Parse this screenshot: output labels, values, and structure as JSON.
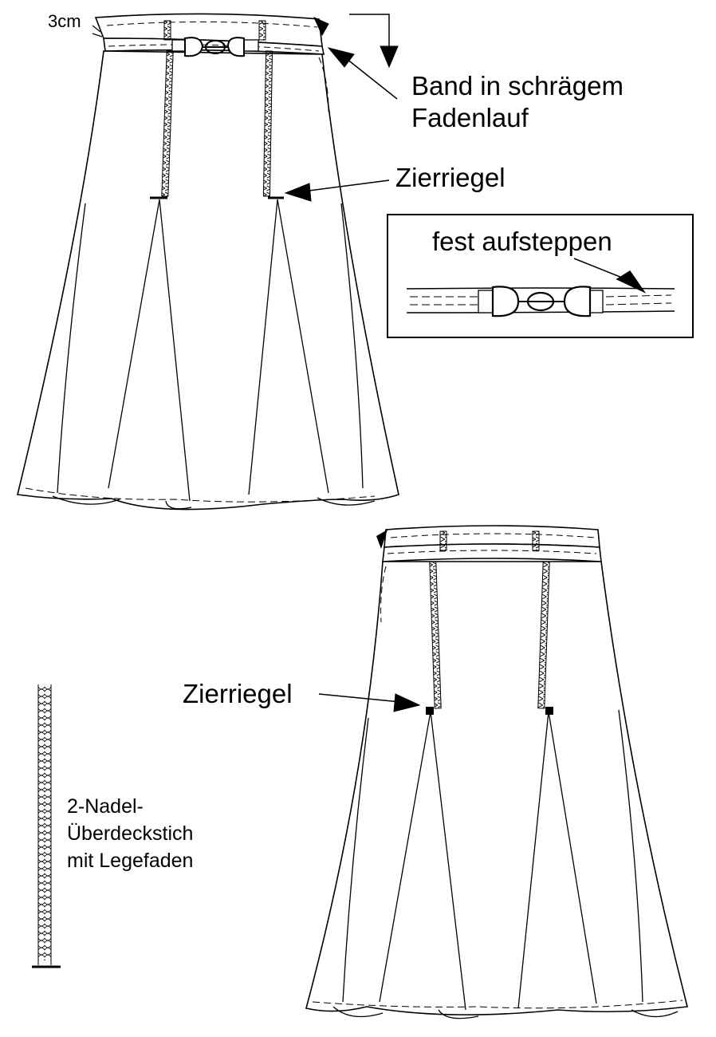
{
  "labels": {
    "measure": "3cm",
    "band_line1": "Band in schrägem",
    "band_line2": "Fadenlauf",
    "zierriegel_top": "Zierriegel",
    "inset_caption": "fest aufsteppen",
    "zierriegel_bottom": "Zierriegel",
    "stitch_line1": "2-Nadel-",
    "stitch_line2": "Überdeckstich",
    "stitch_line3": "mit Legefaden"
  },
  "icons": {
    "buckle": "d-ring-buckle-icon",
    "arrow": "arrow-icon",
    "stitch": "coverstitch-sample-icon"
  }
}
